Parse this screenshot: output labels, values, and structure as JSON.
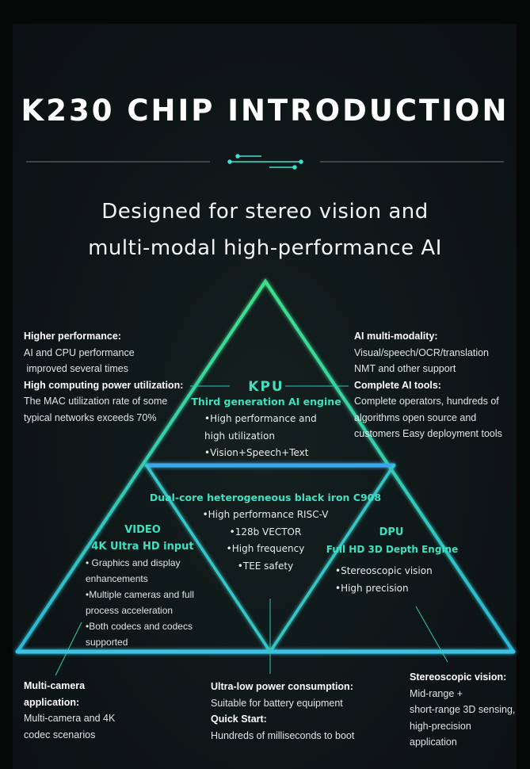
{
  "title": "K230 CHIP INTRODUCTION",
  "subtitle": [
    "Designed for stereo vision and",
    "multi-modal high-performance AI"
  ],
  "left_top": {
    "h1": "Higher performance:",
    "l1": "AI and CPU performance",
    "l2": " improved several times",
    "h2": "High computing power utilization:",
    "l3": "The MAC utilization rate of some",
    "l4": "typical networks exceeds 70%"
  },
  "right_top": {
    "h1": "AI multi-modality:",
    "l1": "Visual/speech/OCR/translation",
    "l2": "NMT and other support",
    "h2": "Complete AI tools:",
    "l3": "Complete operators, hundreds of",
    "l4": "algorithms open source and",
    "l5": "customers Easy deployment tools"
  },
  "kpu": {
    "title": "KPU",
    "subtitle": "Third generation AI engine",
    "b1": "•High performance and",
    "b2": "high utilization",
    "b3": "•Vision+Speech+Text"
  },
  "cpu": {
    "title": "Dual-core heterogeneous black iron C908",
    "b1": "•High performance RISC-V",
    "b2": "•128b VECTOR",
    "b3": "•High frequency",
    "b4": "•TEE safety"
  },
  "video": {
    "title": "VIDEO",
    "subtitle": "4K Ultra HD input",
    "b1": "• Graphics and display",
    "b2": "enhancements",
    "b3": "•Multiple cameras and full",
    "b4": "process acceleration",
    "b5": "•Both codecs and codecs",
    "b6": "supported"
  },
  "dpu": {
    "title": "DPU",
    "subtitle": "Full HD 3D Depth Engine",
    "b1": "•Stereoscopic vision",
    "b2": "•High precision"
  },
  "bottom_left": {
    "h1": "Multi-camera",
    "h2": "application:",
    "l1": "Multi-camera and 4K",
    "l2": "codec scenarios"
  },
  "bottom_center": {
    "h1": "Ultra-low power consumption:",
    "l1": "Suitable for battery equipment",
    "h2": "Quick Start:",
    "l2": "Hundreds of milliseconds to boot"
  },
  "bottom_right": {
    "h1": "Stereoscopic vision:",
    "l1": "Mid-range +",
    "l2": "short-range 3D sensing,",
    "l3": "high-precision",
    "l4": "application"
  },
  "colors": {
    "green": "#3fe0c0",
    "cyan": "#2fc7e8",
    "bg": "#0e1516"
  }
}
